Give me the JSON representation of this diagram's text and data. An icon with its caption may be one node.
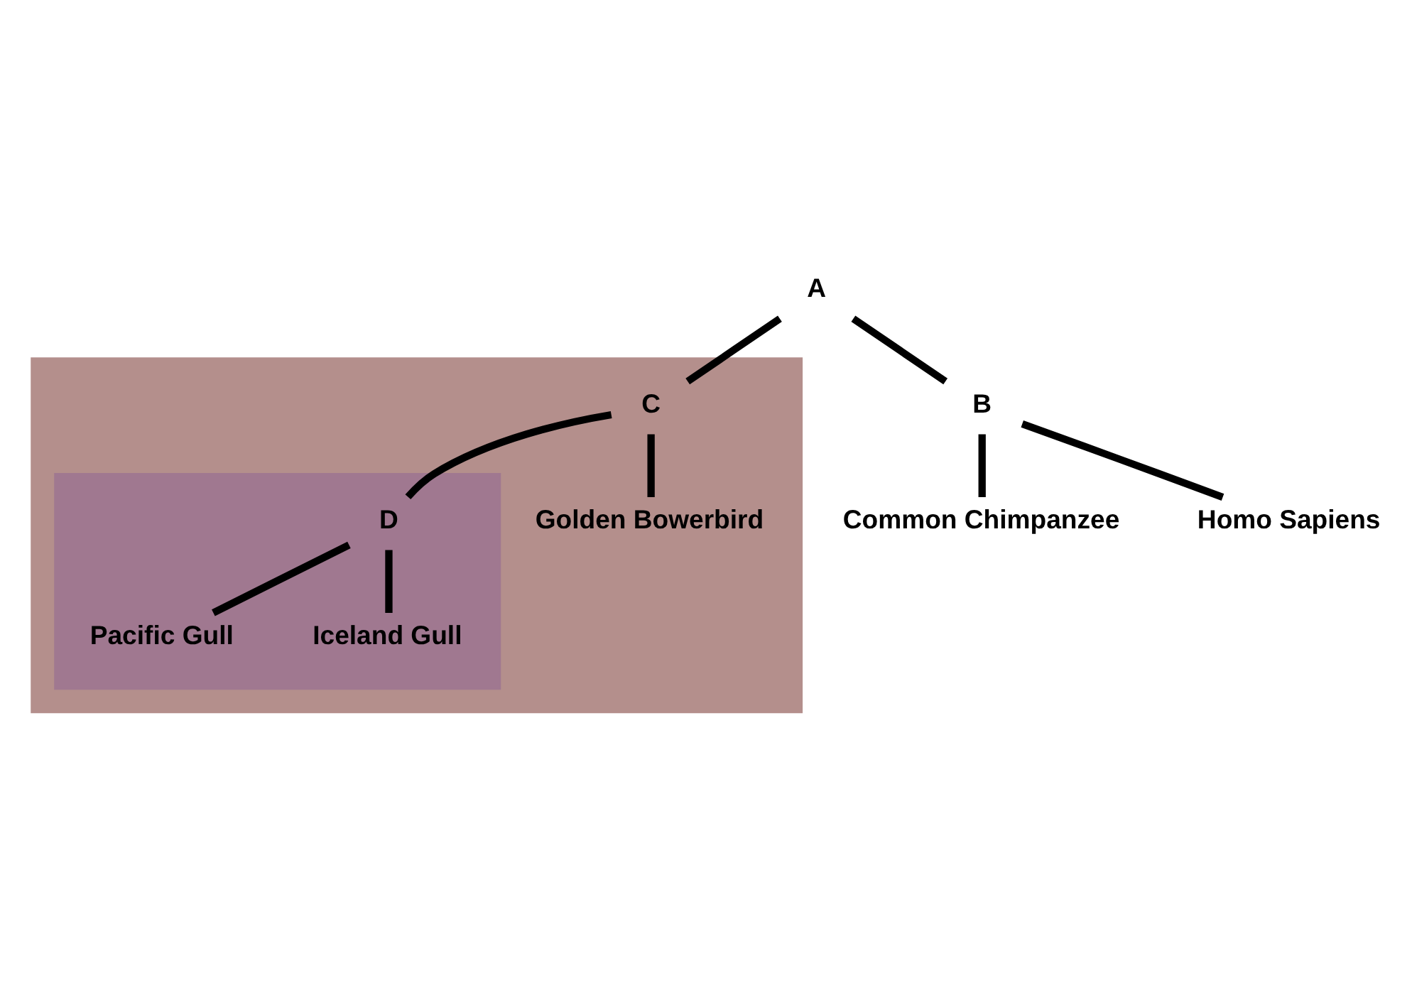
{
  "diagram": {
    "nodes": [
      {
        "text": [
          "A"
        ]
      },
      {
        "text": [
          "B"
        ]
      },
      {
        "text": [],
        "shape": "box"
      },
      {
        "text": [
          "C"
        ],
        "in": 2
      },
      {
        "text": [],
        "shape": "box",
        "in": 2
      },
      {
        "text": [
          "D"
        ],
        "in": 4
      },
      {
        "text": [
          "Common Chimpanzee"
        ]
      },
      {
        "text": [
          "Homo Sapiens"
        ]
      },
      {
        "text": [
          "Golden Bowerbird"
        ],
        "in": 2
      },
      {
        "text": [
          "Pacific Gull"
        ],
        "in": 4
      },
      {
        "text": [
          "Iceland Gull"
        ],
        "in": 4
      }
    ],
    "edges": [
      {
        "from": 0,
        "to": 1,
        "arrow": "none"
      },
      {
        "from": 0,
        "to": 3,
        "arrow": "none"
      },
      {
        "from": 1,
        "to": 6,
        "arrow": "none"
      },
      {
        "from": 1,
        "to": 7,
        "arrow": "none"
      },
      {
        "from": 3,
        "to": 8,
        "arrow": "none"
      },
      {
        "from": 3,
        "to": 5,
        "arrow": "none"
      },
      {
        "from": 5,
        "to": 9,
        "arrow": "none"
      },
      {
        "from": 5,
        "to": 10,
        "arrow": "none"
      }
    ]
  }
}
